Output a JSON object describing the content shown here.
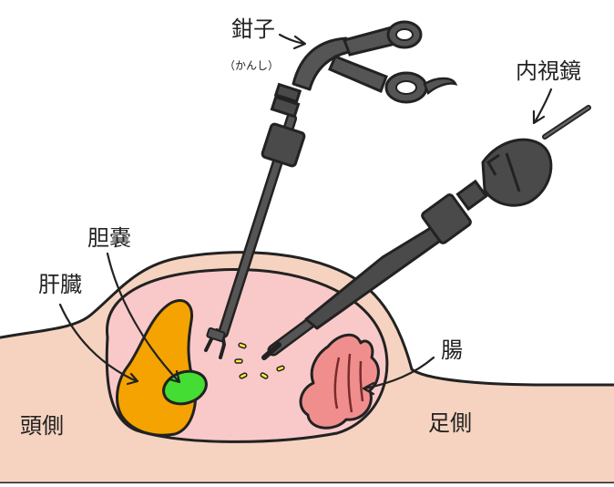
{
  "labels": {
    "forceps": "鉗子",
    "forceps_reading": "（かんし）",
    "endoscope": "内視鏡",
    "gallbladder": "胆嚢",
    "liver": "肝臓",
    "intestine": "腸",
    "head_side": "頭側",
    "foot_side": "足側"
  },
  "colors": {
    "skin": "#f6d3c0",
    "cavity": "#f9c9c9",
    "liver": "#f4a300",
    "gallbladder": "#44dd33",
    "intestine": "#f08e8e",
    "instrument": "#555555",
    "light_flash": "#ffee33",
    "outline": "#222222"
  },
  "icons": {
    "forceps": "forceps-icon",
    "endoscope": "endoscope-icon"
  }
}
